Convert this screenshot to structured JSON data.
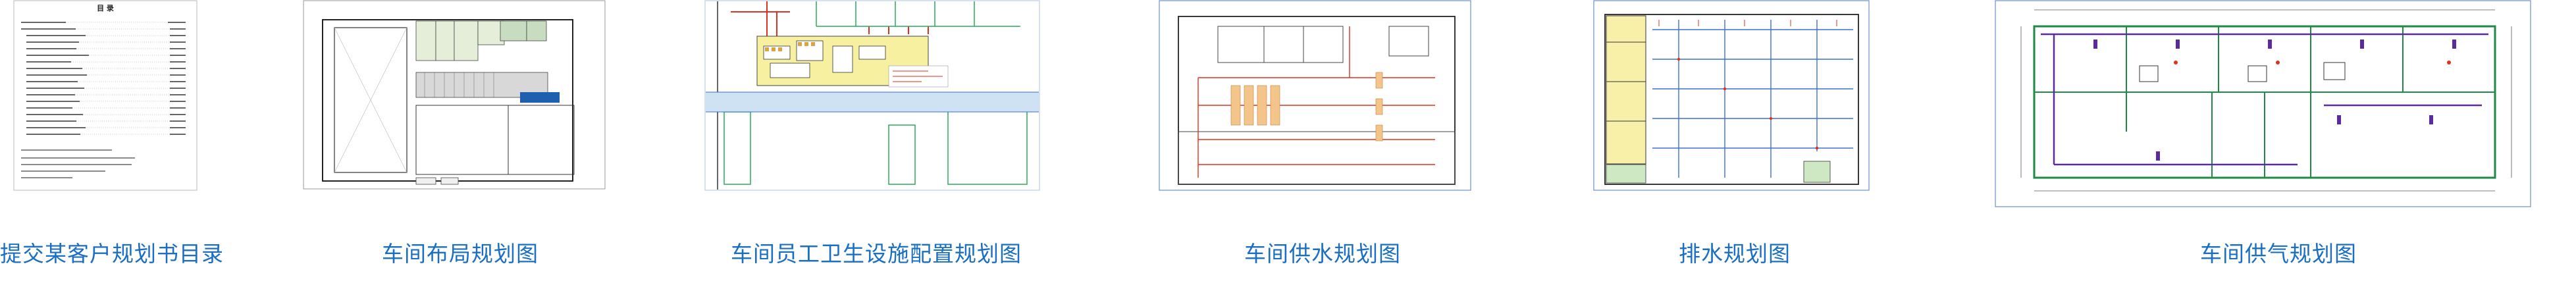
{
  "captions": [
    "提交某客户规划书目录",
    "车间布局规划图",
    "车间员工卫生设施配置规划图",
    "车间供水规划图",
    "排水规划图",
    "车间供气规划图"
  ],
  "toc": {
    "title": "目 录"
  },
  "colors": {
    "caption": "#1a6fc4",
    "hygiene_zone": "#f6f0a0",
    "corridor": "#cfe2f3",
    "supply_lines": "#e0301e",
    "drain_lines": "#3b6fd6",
    "gas_walls": "#1e8a46",
    "gas_pipes": "#5a2a9e"
  }
}
